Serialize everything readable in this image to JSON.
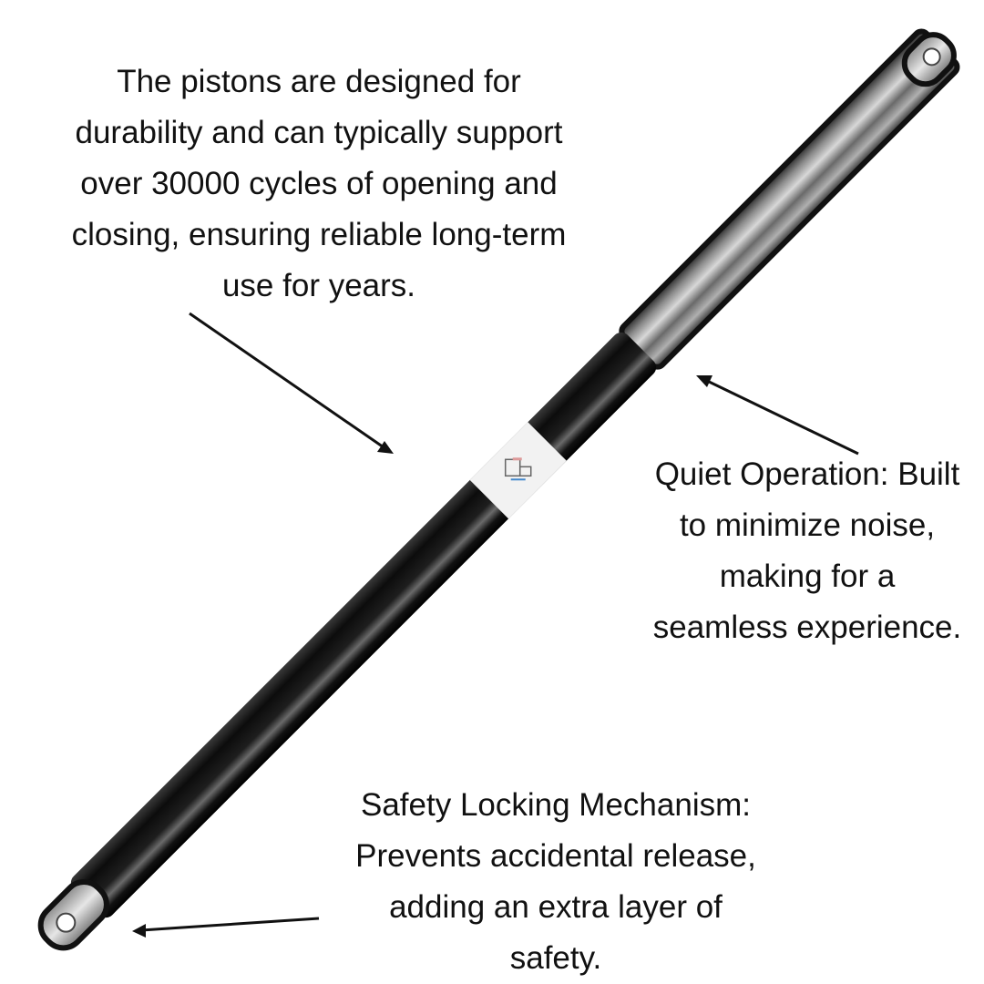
{
  "callouts": {
    "durability": "The pistons are designed for\ndurability and can typically support\nover 30000 cycles of opening and\nclosing, ensuring reliable long-term\nuse for years.",
    "quiet": "Quiet Operation: Built\nto minimize noise,\nmaking for a\nseamless experience.",
    "safety": "Safety Locking Mechanism:\nPrevents accidental release,\nadding an extra layer of\nsafety."
  },
  "colors": {
    "tube": "#141414",
    "chrome": "#9a9a9a",
    "label": "#f2f2f2",
    "text": "#111111"
  }
}
